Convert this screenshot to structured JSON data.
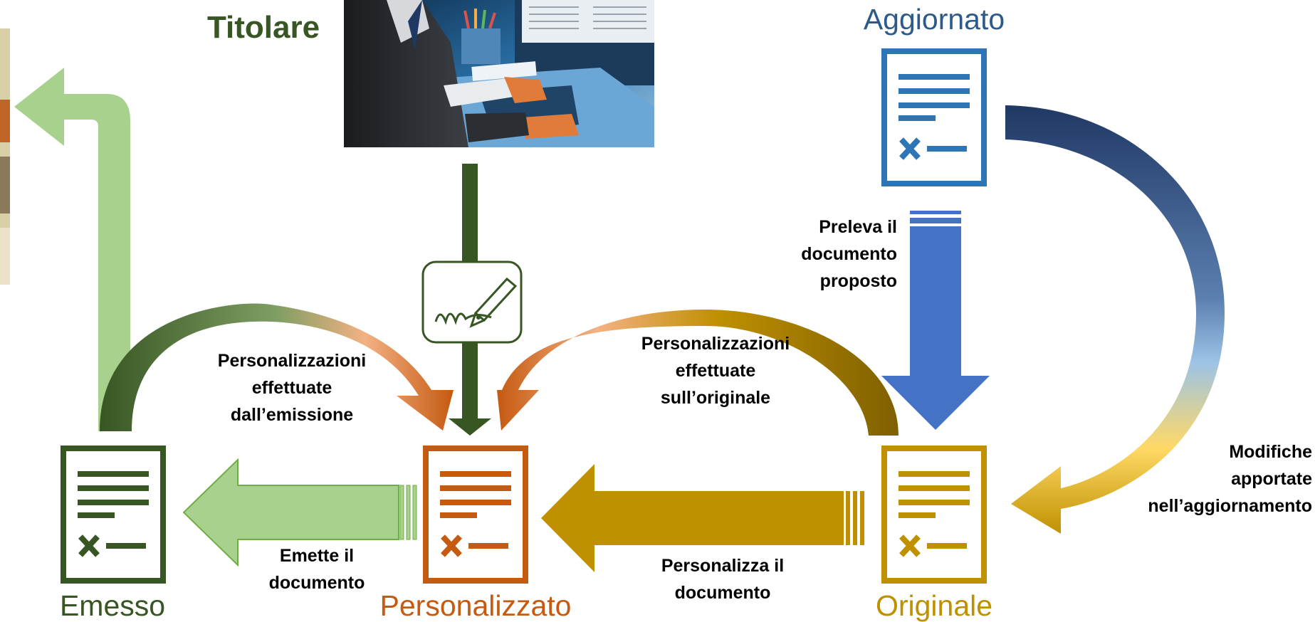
{
  "colors": {
    "emesso": "#375623",
    "emesso_light": "#a9d18e",
    "personalizzato": "#c55a11",
    "personalizzato_light": "#f4b183",
    "originale": "#bf9000",
    "originale_dark": "#7f6000",
    "aggiornato": "#2e75b6",
    "aggiornato_arrow": "#4472c4",
    "navy": "#203864",
    "sign_green": "#375623"
  },
  "titles": {
    "titolare": "Titolare",
    "aggiornato": "Aggiornato",
    "emesso": "Emesso",
    "personalizzato": "Personalizzato",
    "originale": "Originale"
  },
  "labels": {
    "preleva": [
      "Preleva il",
      "documento",
      "proposto"
    ],
    "pers_emissione": [
      "Personalizzazioni",
      "effettuate",
      "dall’emissione"
    ],
    "pers_originale": [
      "Personalizzazioni",
      "effettuate",
      "sull’originale"
    ],
    "modifiche": [
      "Modifiche",
      "apportate",
      "nell’aggiornamento"
    ],
    "emette": [
      "Emette il",
      "documento"
    ],
    "personalizza": [
      "Personalizza il",
      "documento"
    ]
  },
  "icons": {
    "photo": "person-at-computer-image",
    "side_photo": "side-scene-image",
    "signature": "signature-pen-icon",
    "document": "document-form-icon"
  }
}
